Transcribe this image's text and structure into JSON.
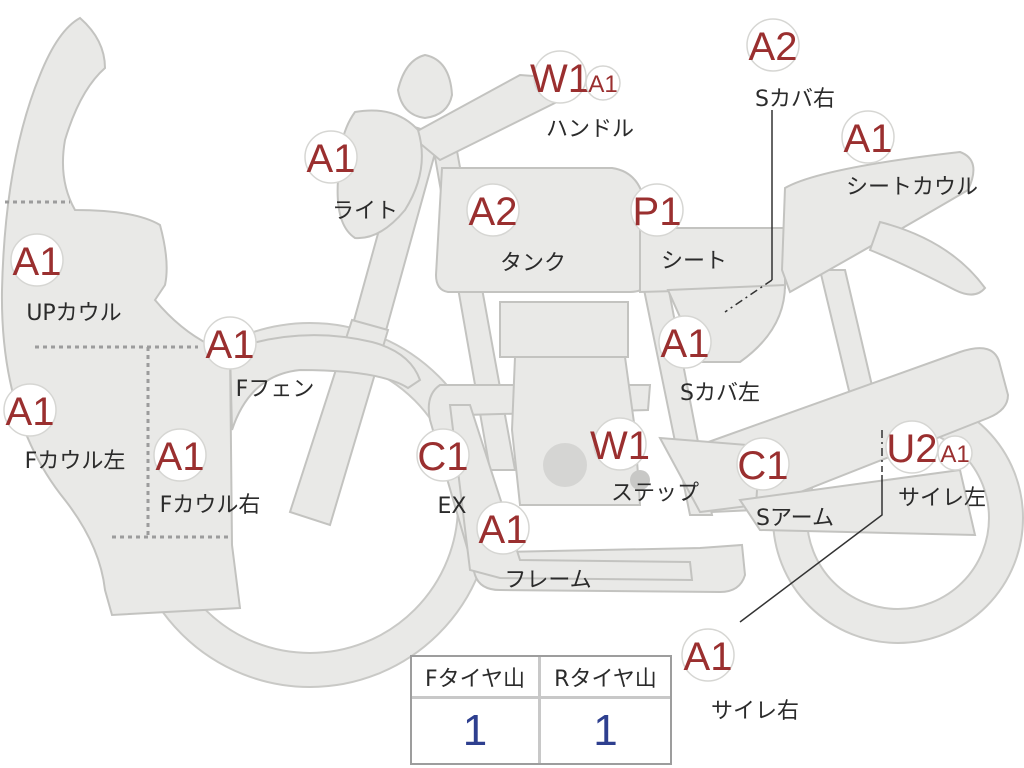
{
  "parts": [
    {
      "id": "handle",
      "code": "W1",
      "sub": "A1",
      "label": "ハンドル"
    },
    {
      "id": "s-cover-right",
      "code": "A2",
      "label": "Sカバ右"
    },
    {
      "id": "seat-cowl",
      "code": "A1",
      "label": "シートカウル"
    },
    {
      "id": "light",
      "code": "A1",
      "label": "ライト"
    },
    {
      "id": "tank",
      "code": "A2",
      "label": "タンク"
    },
    {
      "id": "seat",
      "code": "P1",
      "label": "シート"
    },
    {
      "id": "up-cowl",
      "code": "A1",
      "label": "UPカウル"
    },
    {
      "id": "f-fender",
      "code": "A1",
      "label": "Fフェン"
    },
    {
      "id": "s-cover-left",
      "code": "A1",
      "label": "Sカバ左"
    },
    {
      "id": "f-cowl-left",
      "code": "A1",
      "label": "Fカウル左"
    },
    {
      "id": "f-cowl-right",
      "code": "A1",
      "label": "Fカウル右"
    },
    {
      "id": "ex",
      "code": "C1",
      "label": "EX"
    },
    {
      "id": "step",
      "code": "W1",
      "label": "ステップ"
    },
    {
      "id": "s-arm",
      "code": "C1",
      "label": "Sアーム"
    },
    {
      "id": "silencer-left",
      "code": "U2",
      "sub": "A1",
      "label": "サイレ左"
    },
    {
      "id": "frame",
      "code": "A1",
      "label": "フレーム"
    },
    {
      "id": "silencer-right",
      "code": "A1",
      "label": "サイレ右"
    }
  ],
  "tire_table": {
    "front_header": "Fタイヤ山",
    "rear_header": "Rタイヤ山",
    "front_value": "1",
    "rear_value": "1"
  }
}
